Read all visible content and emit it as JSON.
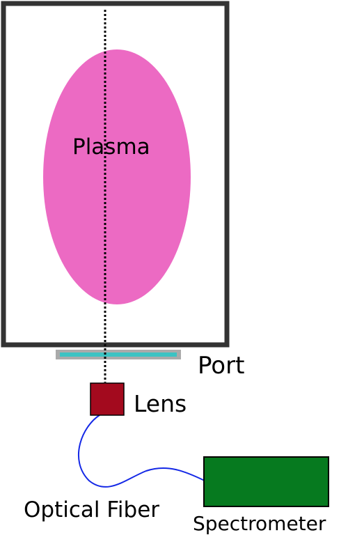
{
  "labels": {
    "plasma": "Plasma",
    "port": "Port",
    "lens": "Lens",
    "optical_fiber": "Optical Fiber",
    "spectrometer": "Spectrometer"
  },
  "colors": {
    "chamber_stroke": "#333333",
    "plasma_fill": "#ec6ac3",
    "port_frame": "#aaaaaa",
    "port_window": "#3cc3c3",
    "lens_fill": "#a30a1e",
    "fiber": "#1428e6",
    "spectrometer_fill": "#067a1f",
    "sightline": "#000000"
  }
}
